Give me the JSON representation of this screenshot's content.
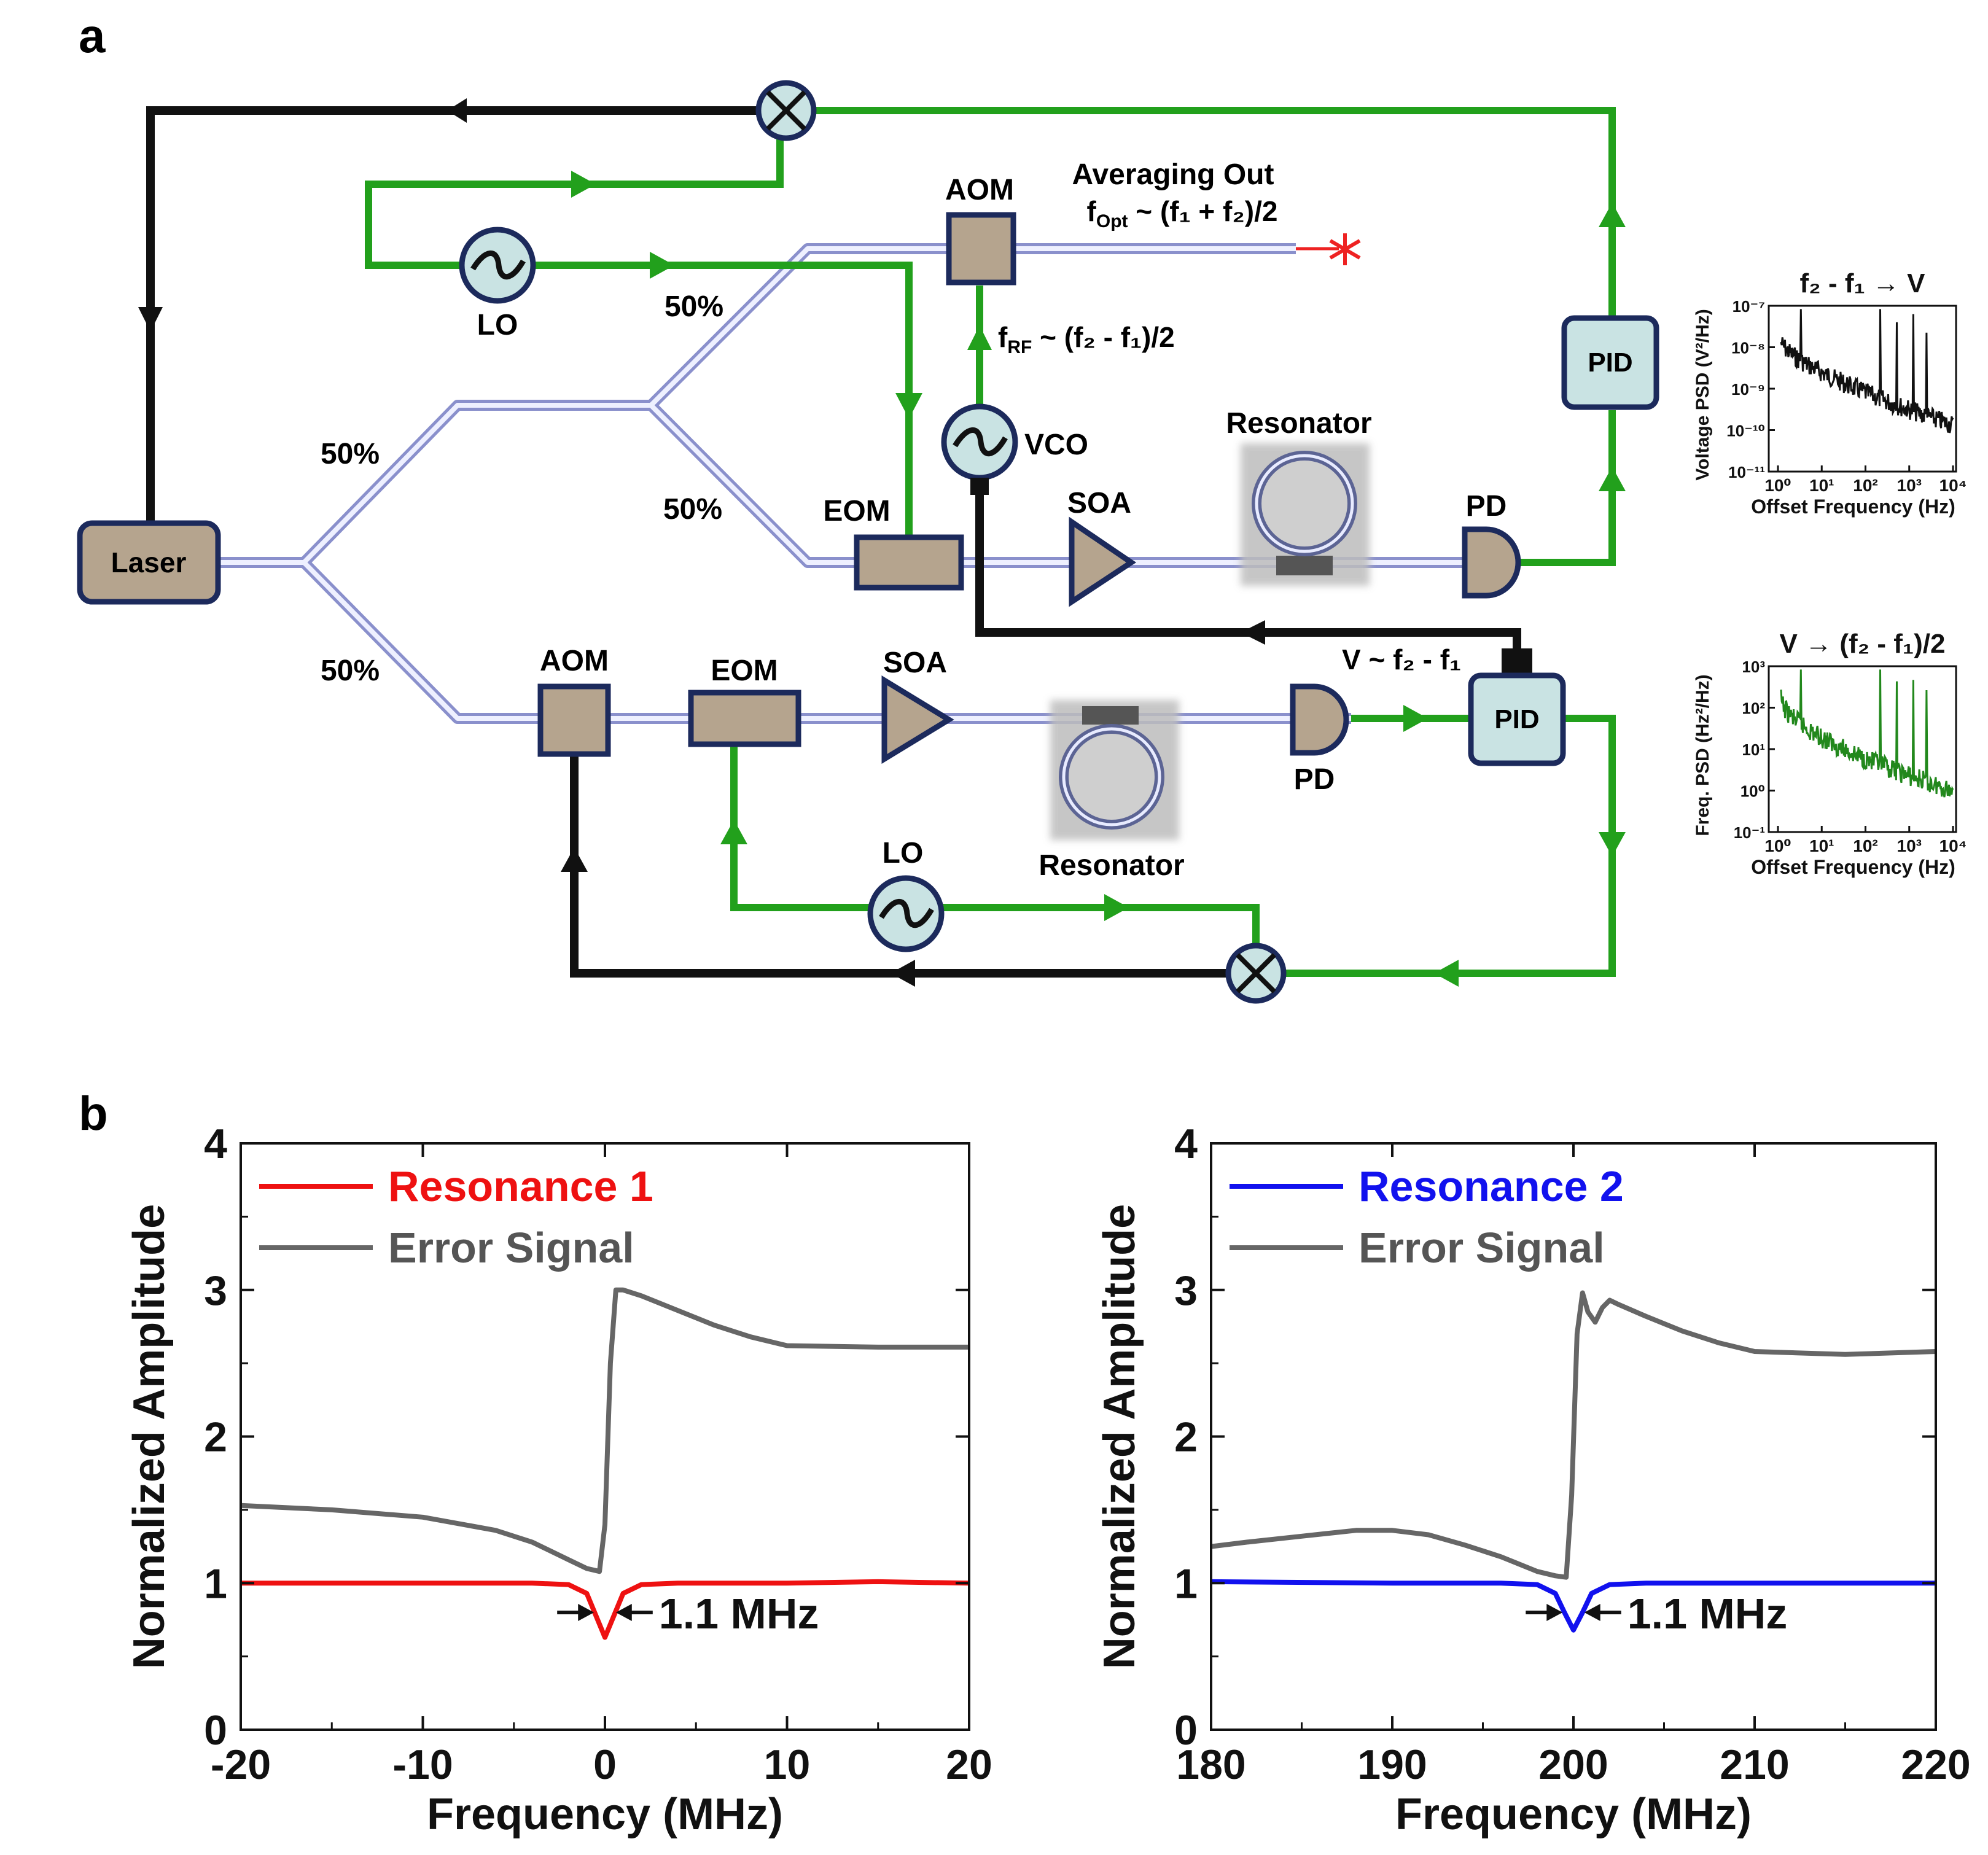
{
  "panel_a": {
    "label": "a",
    "components": {
      "laser": "Laser",
      "lo_top": "LO",
      "lo_bottom": "LO",
      "aom_top": "AOM",
      "aom_bottom": "AOM",
      "eom_top": "EOM",
      "eom_bottom": "EOM",
      "soa_top": "SOA",
      "soa_bottom": "SOA",
      "vco": "VCO",
      "pid_top": "PID",
      "pid_bottom": "PID",
      "pd_top": "PD",
      "pd_bottom": "PD",
      "resonator_top": "Resonator",
      "resonator_bottom": "Resonator"
    },
    "splits": {
      "upper_branch": "50%",
      "lower_branch": "50%",
      "top_out": "50%",
      "top_mid": "50%"
    },
    "labels": {
      "averaging_out": "Averaging Out",
      "f_opt_main": "f",
      "f_opt_sub": "Opt",
      "f_opt_rest": " ~ (f₁ + f₂)/2",
      "f_rf_main": "f",
      "f_rf_sub": "RF",
      "f_rf_rest": " ~ (f₂ - f₁)/2",
      "v_relation": "V ~ f₂ - f₁"
    },
    "colors": {
      "rf_green": "#22a01c",
      "control_black": "#111111",
      "component_fill": "#b5a48e",
      "pid_fill": "#c9e3e3",
      "fiber": "#a9aee0",
      "output_red": "#ee2222"
    },
    "insets": [
      {
        "title": "f₂ - f₁ → V",
        "ylabel": "Voltage PSD (V²/Hz)",
        "xlabel": "Offset Frequency (Hz)",
        "y_ticks": [
          "10⁻¹¹",
          "10⁻¹⁰",
          "10⁻⁹",
          "10⁻⁸",
          "10⁻⁷"
        ],
        "x_ticks": [
          "10⁰",
          "10¹",
          "10²",
          "10³",
          "10⁴"
        ],
        "color": "#111111"
      },
      {
        "title": "V → (f₂ - f₁)/2",
        "ylabel": "Freq. PSD (Hz²/Hz)",
        "xlabel": "Offset Frequency (Hz)",
        "y_ticks": [
          "10⁻¹",
          "10⁰",
          "10¹",
          "10²",
          "10³"
        ],
        "x_ticks": [
          "10⁰",
          "10¹",
          "10²",
          "10³",
          "10⁴"
        ],
        "color": "#22881c"
      }
    ]
  },
  "panel_b": {
    "label": "b"
  },
  "chart_data": [
    {
      "type": "line",
      "xlabel": "Frequency (MHz)",
      "ylabel": "Normalized Amplitude",
      "xlim": [
        -20,
        20
      ],
      "ylim": [
        0,
        4
      ],
      "x_ticks": [
        "-20",
        "-10",
        "0",
        "10",
        "20"
      ],
      "y_ticks": [
        "0",
        "1",
        "2",
        "3",
        "4"
      ],
      "annotation": "1.1 MHz",
      "legend": [
        "Resonance 1",
        "Error Signal"
      ],
      "series": [
        {
          "name": "Resonance 1",
          "color": "#ee1111",
          "x": [
            -20,
            -10,
            -4,
            -2,
            -1,
            -0.5,
            0,
            0.5,
            1,
            2,
            4,
            10,
            15,
            20
          ],
          "y": [
            1.0,
            1.0,
            1.0,
            0.99,
            0.93,
            0.78,
            0.63,
            0.78,
            0.93,
            0.99,
            1.0,
            1.0,
            1.01,
            1.0
          ]
        },
        {
          "name": "Error Signal",
          "color": "#666666",
          "x": [
            -20,
            -15,
            -10,
            -6,
            -4,
            -2,
            -1,
            -0.3,
            0,
            0.3,
            0.6,
            1,
            2,
            4,
            6,
            8,
            10,
            15,
            20
          ],
          "y": [
            1.53,
            1.5,
            1.45,
            1.36,
            1.28,
            1.16,
            1.1,
            1.08,
            1.4,
            2.5,
            3.0,
            3.0,
            2.96,
            2.86,
            2.76,
            2.68,
            2.62,
            2.61,
            2.61
          ]
        }
      ]
    },
    {
      "type": "line",
      "xlabel": "Frequency (MHz)",
      "ylabel": "Normalized Amplitude",
      "xlim": [
        180,
        220
      ],
      "ylim": [
        0,
        4
      ],
      "x_ticks": [
        "180",
        "190",
        "200",
        "210",
        "220"
      ],
      "y_ticks": [
        "0",
        "1",
        "2",
        "3",
        "4"
      ],
      "annotation": "1.1 MHz",
      "legend": [
        "Resonance 2",
        "Error Signal"
      ],
      "series": [
        {
          "name": "Resonance 2",
          "color": "#1111ee",
          "x": [
            180,
            190,
            196,
            198,
            199,
            199.5,
            200,
            200.5,
            201,
            202,
            204,
            210,
            220
          ],
          "y": [
            1.01,
            1.0,
            1.0,
            0.99,
            0.93,
            0.8,
            0.68,
            0.8,
            0.93,
            0.99,
            1.0,
            1.0,
            1.0
          ]
        },
        {
          "name": "Error Signal",
          "color": "#666666",
          "x": [
            180,
            182,
            185,
            188,
            190,
            192,
            194,
            196,
            198,
            199,
            199.6,
            199.9,
            200.2,
            200.5,
            200.8,
            201.2,
            201.6,
            202,
            202.5,
            204,
            206,
            208,
            210,
            215,
            220
          ],
          "y": [
            1.25,
            1.28,
            1.32,
            1.36,
            1.36,
            1.33,
            1.26,
            1.18,
            1.08,
            1.05,
            1.04,
            1.6,
            2.7,
            2.98,
            2.85,
            2.78,
            2.88,
            2.93,
            2.9,
            2.82,
            2.72,
            2.64,
            2.58,
            2.56,
            2.58
          ]
        }
      ]
    }
  ]
}
